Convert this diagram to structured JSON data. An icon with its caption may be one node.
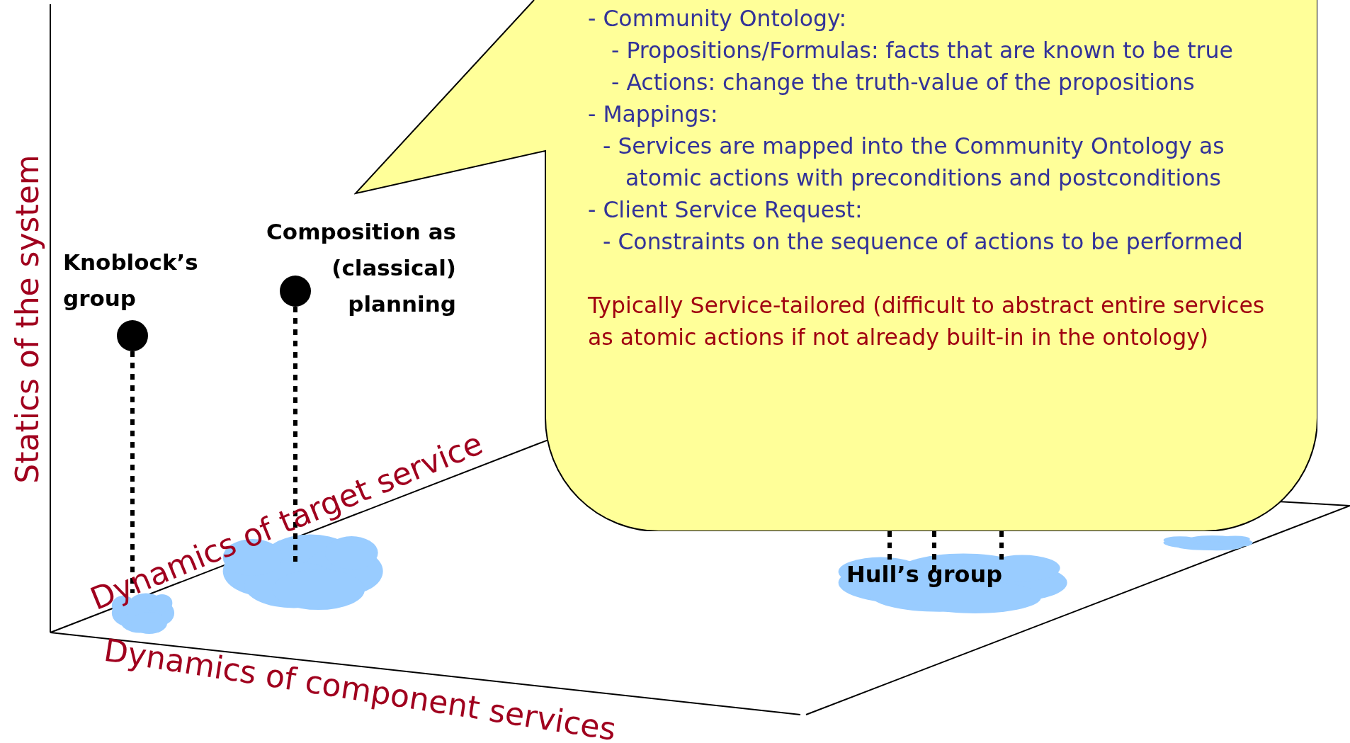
{
  "diagram": {
    "nodes": [
      {
        "text": [
          "- Community Ontology:",
          "- Propositions/Formulas: facts that are known to be true",
          "- Actions: change the truth-value of the propositions",
          "- Mappings:",
          "- Services are mapped into the Community Ontology as atomic actions with preconditions and postconditions",
          "- Client Service Request:",
          "- Constraints on the sequence of actions to be performed",
          "Typically Service-tailored (difficult to abstract entire services as atomic actions if not already built-in in the ontology)"
        ]
      },
      {
        "text": [],
        "shape": "circle",
        "beside": [
          "Knoblock’s group"
        ]
      },
      {
        "text": [],
        "shape": "circle",
        "beside": [
          "Composition as (classical) planning"
        ]
      },
      {
        "text": [],
        "shape": "cloud"
      },
      {
        "text": [],
        "shape": "cloud"
      },
      {
        "text": [],
        "shape": "cloud"
      },
      {
        "text": [
          "Hull’s group"
        ]
      }
    ],
    "edges": [
      {
        "from": 1,
        "to": 3,
        "arrow": "none",
        "style": "dashed"
      },
      {
        "from": 2,
        "to": 4,
        "arrow": "none",
        "style": "dashed"
      },
      {
        "from": 0,
        "to": 6,
        "arrow": "none",
        "style": "dashed"
      },
      {
        "from": 0,
        "to": 6,
        "arrow": "none",
        "style": "dashed"
      },
      {
        "from": 0,
        "to": 6,
        "arrow": "none",
        "style": "dashed"
      }
    ],
    "labels": [
      "Statics of the system",
      "Dynamics of target service",
      "Dynamics of component services"
    ]
  }
}
